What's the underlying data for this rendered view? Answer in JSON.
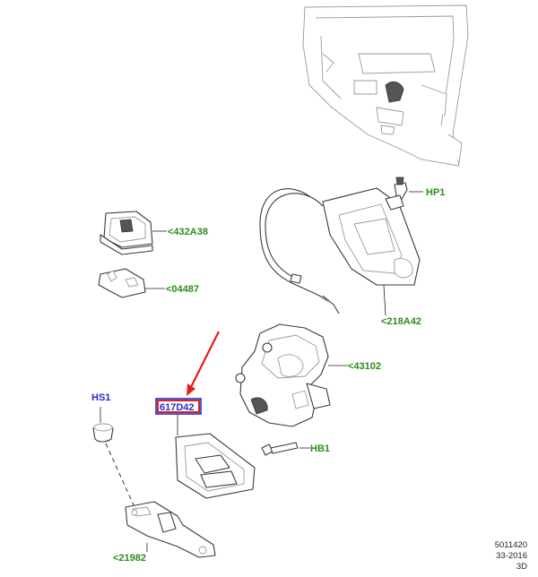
{
  "callouts": {
    "hp1": "HP1",
    "a432a38": "<432A38",
    "a04487": "<04487",
    "a218a42": "<218A42",
    "a43102": "<43102",
    "hs1": "HS1",
    "a617d42": "617D42",
    "hb1": "HB1",
    "a21982": "<21982"
  },
  "reference": {
    "line1": "5011420",
    "line2": "33-2016",
    "line3": "3D"
  },
  "colors": {
    "label_green": "#2e8b1e",
    "label_blue": "#1f2fd0",
    "highlight_red": "#e0201a",
    "arrow_red": "#e0201a"
  }
}
